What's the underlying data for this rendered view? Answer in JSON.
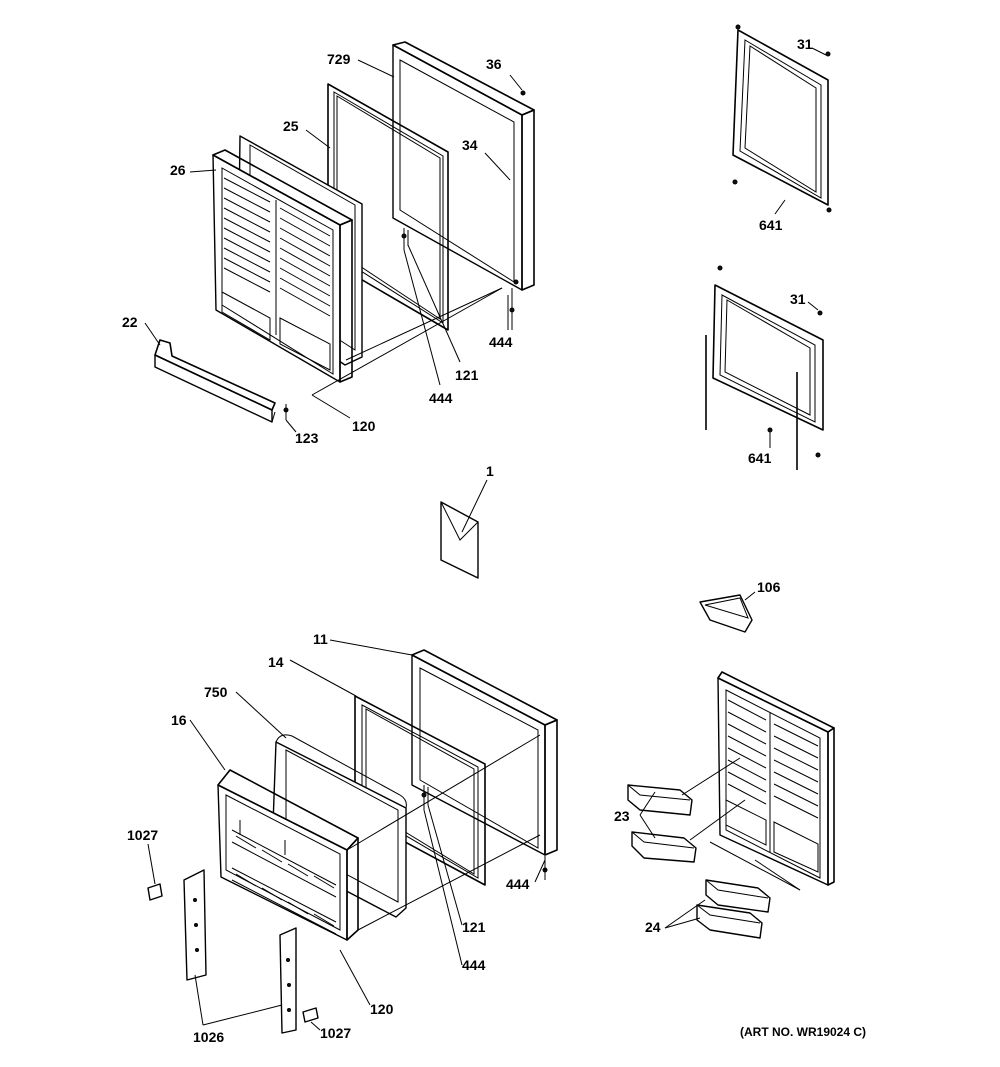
{
  "labels": {
    "p729": "729",
    "p36": "36",
    "p25": "25",
    "p34": "34",
    "p26": "26",
    "p22": "22",
    "p444a": "444",
    "p121a": "121",
    "p444b": "444",
    "p120a": "120",
    "p123": "123",
    "p31a": "31",
    "p641a": "641",
    "p31b": "31",
    "p641b": "641",
    "p1": "1",
    "p106": "106",
    "p11": "11",
    "p14": "14",
    "p750": "750",
    "p16": "16",
    "p1027a": "1027",
    "p23": "23",
    "p444c": "444",
    "p121b": "121",
    "p444d": "444",
    "p24": "24",
    "p120b": "120",
    "p1026": "1026",
    "p1027b": "1027"
  },
  "art_number": "(ART NO. WR19024 C)"
}
